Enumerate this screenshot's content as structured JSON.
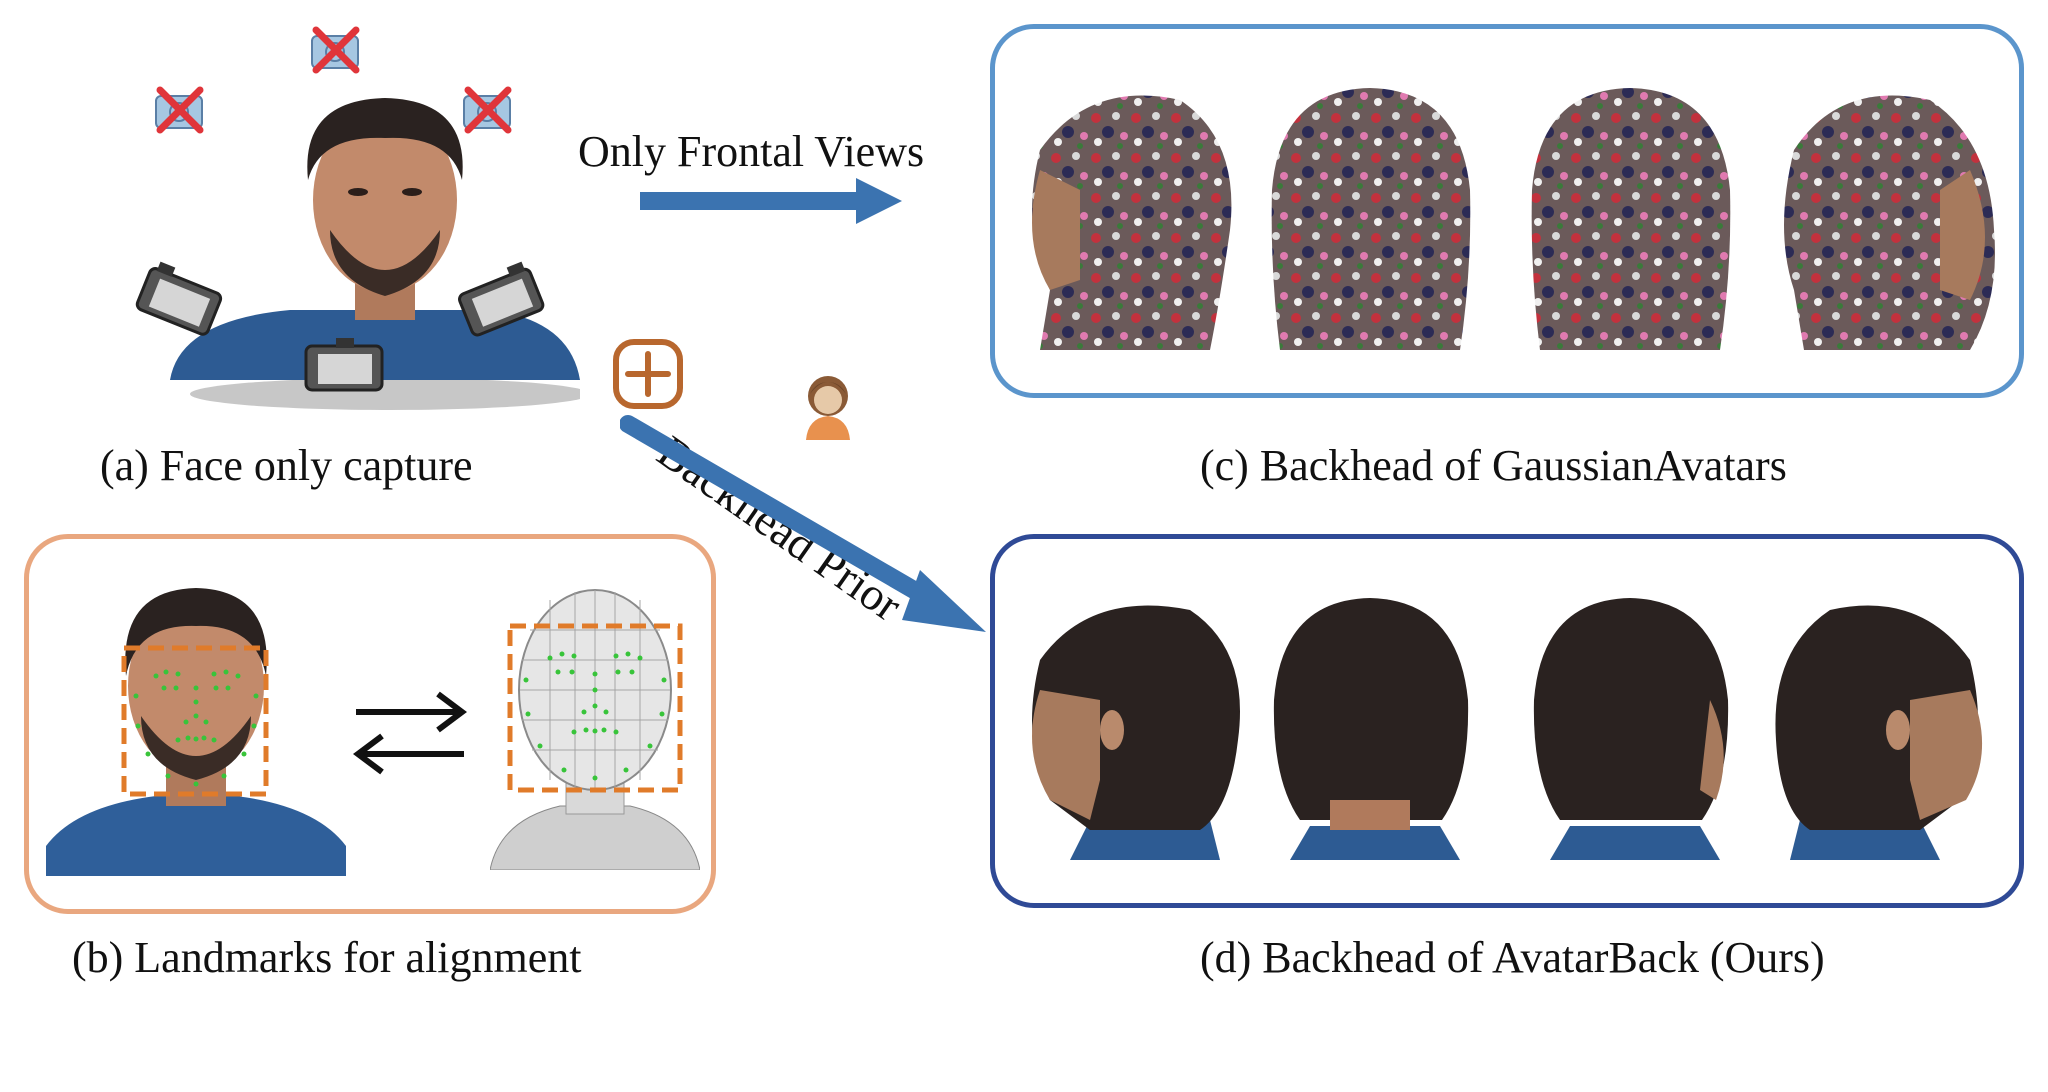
{
  "panels": {
    "a": {
      "caption": "(a) Face only capture"
    },
    "b": {
      "caption": "(b) Landmarks for alignment"
    },
    "c": {
      "caption": "(c) Backhead of GaussianAvatars"
    },
    "d": {
      "caption": "(d) Backhead of AvatarBack (Ours)"
    }
  },
  "arrows": {
    "top": {
      "label": "Only Frontal Views"
    },
    "bottom": {
      "label": "Backhead Prior",
      "plus_symbol": "+"
    }
  },
  "colors": {
    "panel_b_border": "#e9a77f",
    "panel_c_border": "#5b95cc",
    "panel_d_border": "#2f4a96",
    "arrow_blue": "#3b73b0",
    "plus_orange": "#b8672e",
    "landmark_box": "#e07b2a",
    "landmark_dot": "#38c43a",
    "cross_red": "#e0353a"
  },
  "icons": {
    "crossed_camera": "crossed-camera-icon",
    "camera": "camera-icon",
    "head_avatar": "head-avatar-icon",
    "plus": "plus-icon",
    "swap_arrows": "swap-arrows-icon"
  }
}
